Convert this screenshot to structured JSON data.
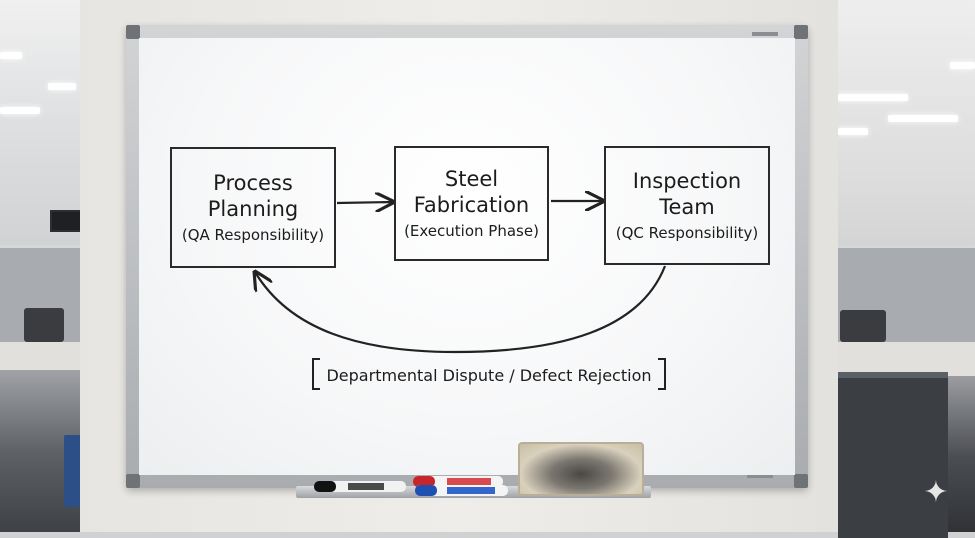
{
  "whiteboard": {
    "boxes": [
      {
        "title_line1": "Process",
        "title_line2": "Planning",
        "subtitle": "(QA Responsibility)"
      },
      {
        "title_line1": "Steel",
        "title_line2": "Fabrication",
        "subtitle": "(Execution Phase)"
      },
      {
        "title_line1": "Inspection",
        "title_line2": "Team",
        "subtitle": "(QC Responsibility)"
      }
    ],
    "caption": "Departmental Dispute / Defect Rejection"
  },
  "colors": {
    "ink": "#1c1c1c",
    "marker_red": "#c8262a",
    "marker_blue": "#1f4fb0",
    "marker_black": "#111111"
  },
  "icons": [
    "sparkle-icon"
  ]
}
